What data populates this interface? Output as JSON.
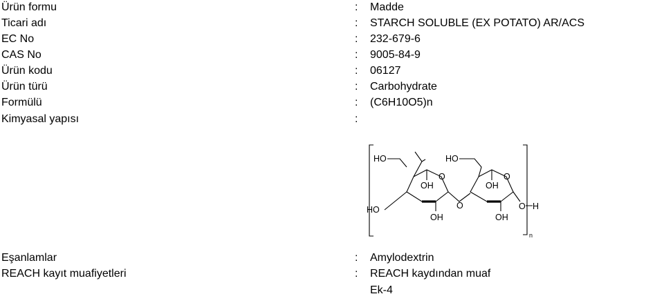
{
  "fields": [
    {
      "label": "Ürün formu",
      "colon": ":",
      "value": "Madde"
    },
    {
      "label": "Ticari adı",
      "colon": ":",
      "value": "STARCH SOLUBLE (EX POTATO) AR/ACS"
    },
    {
      "label": "EC No",
      "colon": ":",
      "value": "232-679-6"
    },
    {
      "label": "CAS No",
      "colon": ":",
      "value": "9005-84-9"
    },
    {
      "label": "Ürün kodu",
      "colon": ":",
      "value": "06127"
    },
    {
      "label": "Ürün türü",
      "colon": ":",
      "value": "Carbohydrate"
    },
    {
      "label": "Formülü",
      "colon": ":",
      "value": "(C6H10O5)n"
    },
    {
      "label": "Kimyasal yapısı",
      "colon": ":"
    },
    {
      "label": "Eşanlamlar",
      "colon": ":",
      "value": "Amylodextrin"
    },
    {
      "label": "REACH kayıt muafiyetleri",
      "colon": ":",
      "value": "REACH kaydından muaf",
      "value_line2": "Ek-4"
    }
  ],
  "structure": {
    "labels": {
      "ho_left_top": "HO",
      "ho_right_top": "HO",
      "o_ring_left": "O",
      "o_ring_right": "O",
      "oh_left_upper": "OH",
      "oh_right_upper": "OH",
      "ho_left_bottom": "HO",
      "o_bridge": "O",
      "oh_left_lower": "OH",
      "oh_right_lower": "OH",
      "o_terminal": "O",
      "h_terminal": "H",
      "subscript_n": "n"
    }
  }
}
